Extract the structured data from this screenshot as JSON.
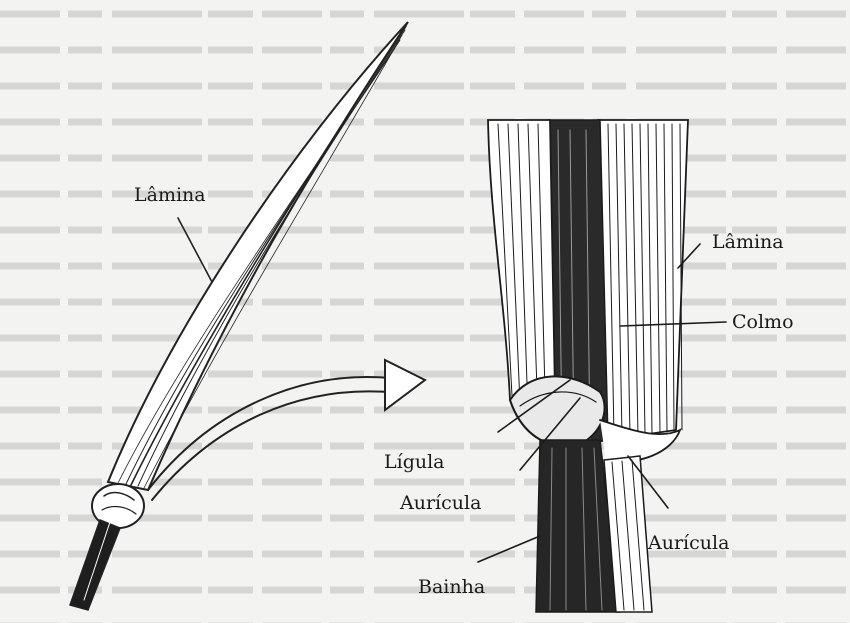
{
  "labels": {
    "lamina_leaf": "Lâmina",
    "lamina_stem": "Lâmina",
    "colmo": "Colmo",
    "ligula": "Lígula",
    "auricula_left": "Aurícula",
    "auricula_right": "Aurícula",
    "bainha": "Bainha"
  }
}
